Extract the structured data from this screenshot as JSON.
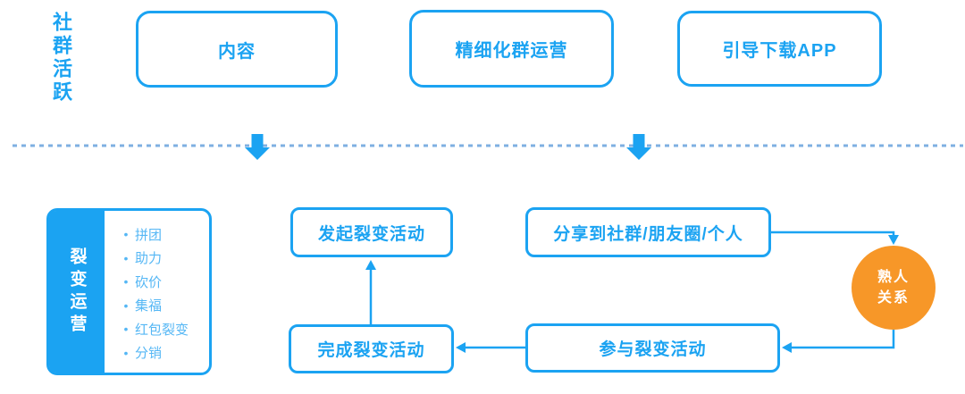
{
  "colors": {
    "primary_blue": "#1ba3f2",
    "light_blue_text": "#55b7f5",
    "dash_blue": "#7fb0e2",
    "orange": "#f79728"
  },
  "top_section": {
    "side_label": "社群活跃",
    "boxes": [
      {
        "label": "内容"
      },
      {
        "label": "精细化群运营"
      },
      {
        "label": "引导下载APP"
      }
    ]
  },
  "bottom_section": {
    "fission": {
      "side_label": "裂变运营",
      "tactics": [
        "拼团",
        "助力",
        "砍价",
        "集福",
        "红包裂变",
        "分销"
      ]
    },
    "flow": {
      "initiate": "发起裂变活动",
      "share": "分享到社群/朋友圈/个人",
      "complete": "完成裂变活动",
      "participate": "参与裂变活动",
      "relation_line1": "熟人",
      "relation_line2": "关系"
    }
  }
}
